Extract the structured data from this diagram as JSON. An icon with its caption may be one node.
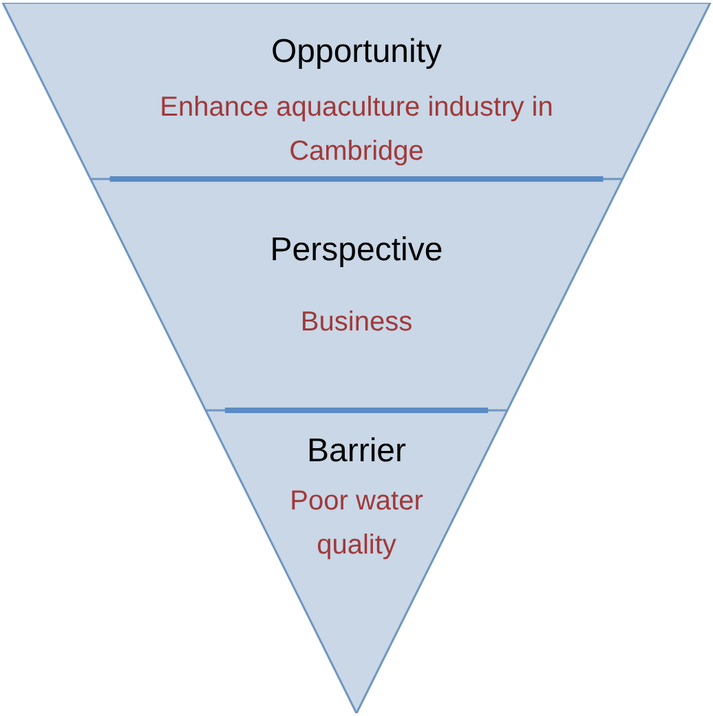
{
  "diagram": {
    "nodes": [
      {
        "text": [
          "Opportunity",
          "Enhance aquaculture industry in Cambridge"
        ]
      },
      {
        "text": [
          "Perspective",
          "Business"
        ]
      },
      {
        "text": [
          "Barrier",
          "Poor water quality"
        ]
      }
    ]
  }
}
